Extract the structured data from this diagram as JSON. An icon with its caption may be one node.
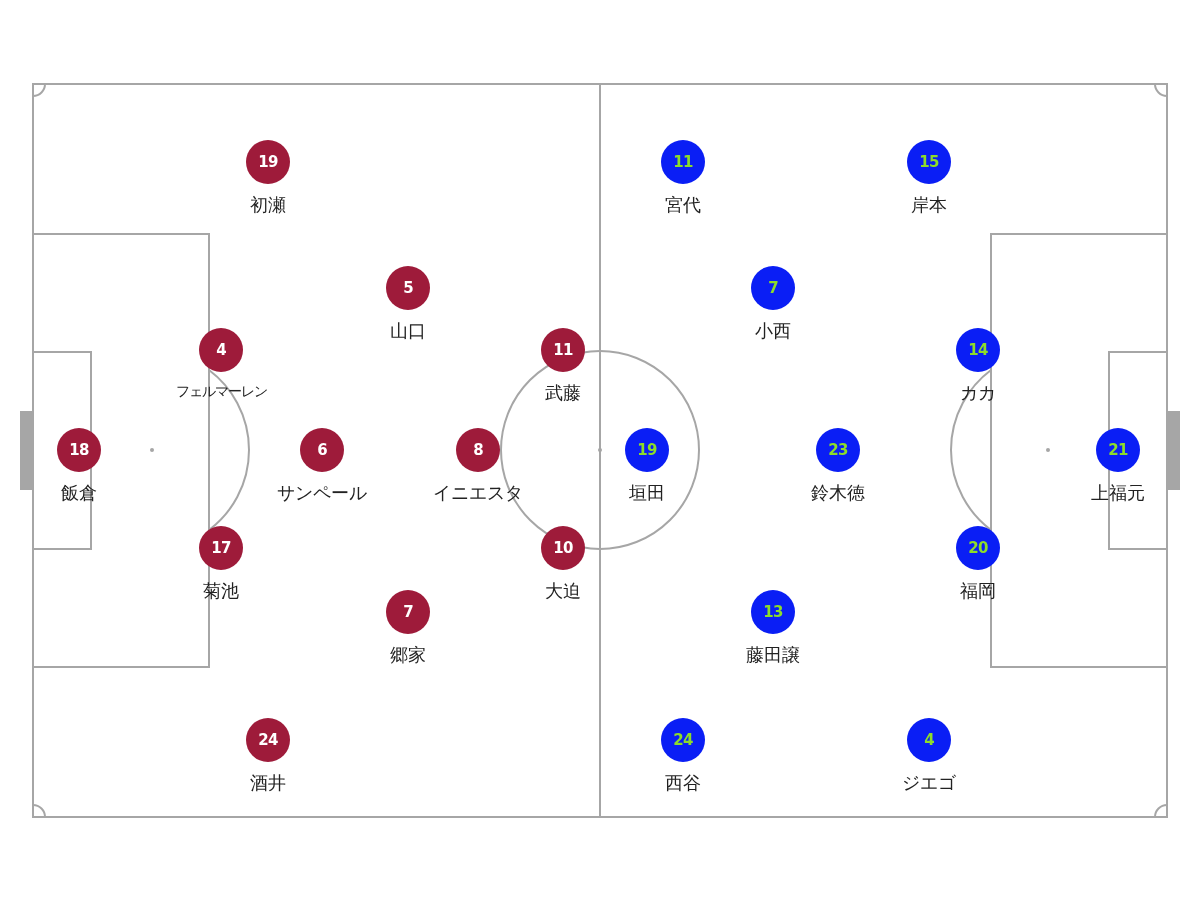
{
  "diagram": {
    "nodes": [
      {
        "text": [
          "19"
        ],
        "beside": [
          "初瀬"
        ]
      },
      {
        "text": [
          "5"
        ],
        "beside": [
          "山口"
        ]
      },
      {
        "text": [
          "4"
        ],
        "beside": [
          "フェルマーレン"
        ]
      },
      {
        "text": [
          "11"
        ],
        "beside": [
          "武藤"
        ]
      },
      {
        "text": [
          "18"
        ],
        "beside": [
          "飯倉"
        ]
      },
      {
        "text": [
          "6"
        ],
        "beside": [
          "サンペール"
        ]
      },
      {
        "text": [
          "8"
        ],
        "beside": [
          "イニエスタ"
        ]
      },
      {
        "text": [
          "17"
        ],
        "beside": [
          "菊池"
        ]
      },
      {
        "text": [
          "10"
        ],
        "beside": [
          "大迫"
        ]
      },
      {
        "text": [
          "7"
        ],
        "beside": [
          "郷家"
        ]
      },
      {
        "text": [
          "24"
        ],
        "beside": [
          "酒井"
        ]
      },
      {
        "text": [
          "11"
        ],
        "beside": [
          "宮代"
        ]
      },
      {
        "text": [
          "15"
        ],
        "beside": [
          "岸本"
        ]
      },
      {
        "text": [
          "7"
        ],
        "beside": [
          "小西"
        ]
      },
      {
        "text": [
          "14"
        ],
        "beside": [
          "カカ"
        ]
      },
      {
        "text": [
          "19"
        ],
        "beside": [
          "垣田"
        ]
      },
      {
        "text": [
          "23"
        ],
        "beside": [
          "鈴木徳"
        ]
      },
      {
        "text": [
          "21"
        ],
        "beside": [
          "上福元"
        ]
      },
      {
        "text": [
          "20"
        ],
        "beside": [
          "福岡"
        ]
      },
      {
        "text": [
          "13"
        ],
        "beside": [
          "藤田譲"
        ]
      },
      {
        "text": [
          "24"
        ],
        "beside": [
          "西谷"
        ]
      },
      {
        "text": [
          "4"
        ],
        "beside": [
          "ジエゴ"
        ]
      }
    ]
  }
}
